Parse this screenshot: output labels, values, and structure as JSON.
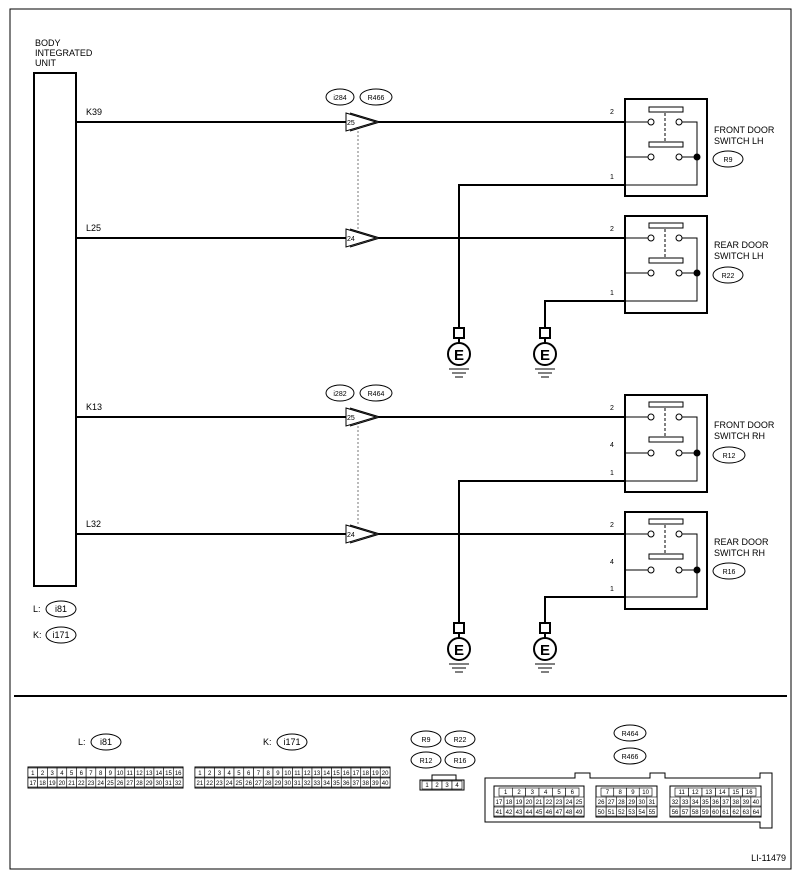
{
  "unit": {
    "title_lines": [
      "BODY",
      "INTEGRATED",
      "UNIT"
    ]
  },
  "unit_connectors": [
    {
      "letter": "L:",
      "id": "i81"
    },
    {
      "letter": "K:",
      "id": "i171"
    }
  ],
  "circuits": [
    {
      "pin": "K39",
      "terminal": "25"
    },
    {
      "pin": "L25",
      "terminal": "24"
    },
    {
      "pin": "K13",
      "terminal": "25"
    },
    {
      "pin": "L32",
      "terminal": "24"
    }
  ],
  "joint_connectors": [
    {
      "a": "i284",
      "b": "R466"
    },
    {
      "a": "i282",
      "b": "R464"
    }
  ],
  "switches": [
    {
      "name_lines": [
        "FRONT DOOR",
        "SWITCH LH"
      ],
      "connector": "R9",
      "pins": [
        "2",
        "1"
      ]
    },
    {
      "name_lines": [
        "REAR DOOR",
        "SWITCH LH"
      ],
      "connector": "R22",
      "pins": [
        "2",
        "1"
      ]
    },
    {
      "name_lines": [
        "FRONT DOOR",
        "SWITCH RH"
      ],
      "connector": "R12",
      "pins": [
        "2",
        "4",
        "1"
      ]
    },
    {
      "name_lines": [
        "REAR DOOR",
        "SWITCH RH"
      ],
      "connector": "R16",
      "pins": [
        "2",
        "4",
        "1"
      ]
    }
  ],
  "ground_label": "E",
  "legend": {
    "i81": {
      "letter": "L:",
      "id": "i81",
      "row1": [
        "1",
        "2",
        "3",
        "4",
        "5",
        "6",
        "7",
        "8",
        "9",
        "10",
        "11",
        "12",
        "13",
        "14",
        "15",
        "16"
      ],
      "row2": [
        "17",
        "18",
        "19",
        "20",
        "21",
        "22",
        "23",
        "24",
        "25",
        "26",
        "27",
        "28",
        "29",
        "30",
        "31",
        "32"
      ]
    },
    "i171": {
      "letter": "K:",
      "id": "i171",
      "row1": [
        "1",
        "2",
        "3",
        "4",
        "5",
        "6",
        "7",
        "8",
        "9",
        "10",
        "11",
        "12",
        "13",
        "14",
        "15",
        "16",
        "17",
        "18",
        "19",
        "20"
      ],
      "row2": [
        "21",
        "22",
        "23",
        "24",
        "25",
        "26",
        "27",
        "28",
        "29",
        "30",
        "31",
        "32",
        "33",
        "34",
        "35",
        "36",
        "37",
        "38",
        "39",
        "40"
      ]
    },
    "switch_ids": [
      "R9",
      "R22",
      "R12",
      "R16"
    ],
    "switch_pins": [
      "1",
      "2",
      "3",
      "4"
    ],
    "big_ids": [
      "R464",
      "R466"
    ],
    "big_groups": [
      {
        "row1": [
          "1",
          "2",
          "3",
          "4",
          "5",
          "6"
        ],
        "row2": [
          "17",
          "18",
          "19",
          "20",
          "21",
          "22",
          "23",
          "24",
          "25"
        ],
        "row3": [
          "41",
          "42",
          "43",
          "44",
          "45",
          "46",
          "47",
          "48",
          "49"
        ]
      },
      {
        "row1": [
          "7",
          "8",
          "9",
          "10"
        ],
        "row2": [
          "26",
          "27",
          "28",
          "29",
          "30",
          "31"
        ],
        "row3": [
          "50",
          "51",
          "52",
          "53",
          "54",
          "55"
        ]
      },
      {
        "row1": [
          "11",
          "12",
          "13",
          "14",
          "15",
          "16"
        ],
        "row2": [
          "32",
          "33",
          "34",
          "35",
          "36",
          "37",
          "38",
          "39",
          "40"
        ],
        "row3": [
          "56",
          "57",
          "58",
          "59",
          "60",
          "61",
          "62",
          "63",
          "64"
        ]
      }
    ]
  },
  "figure_id": "LI-11479"
}
